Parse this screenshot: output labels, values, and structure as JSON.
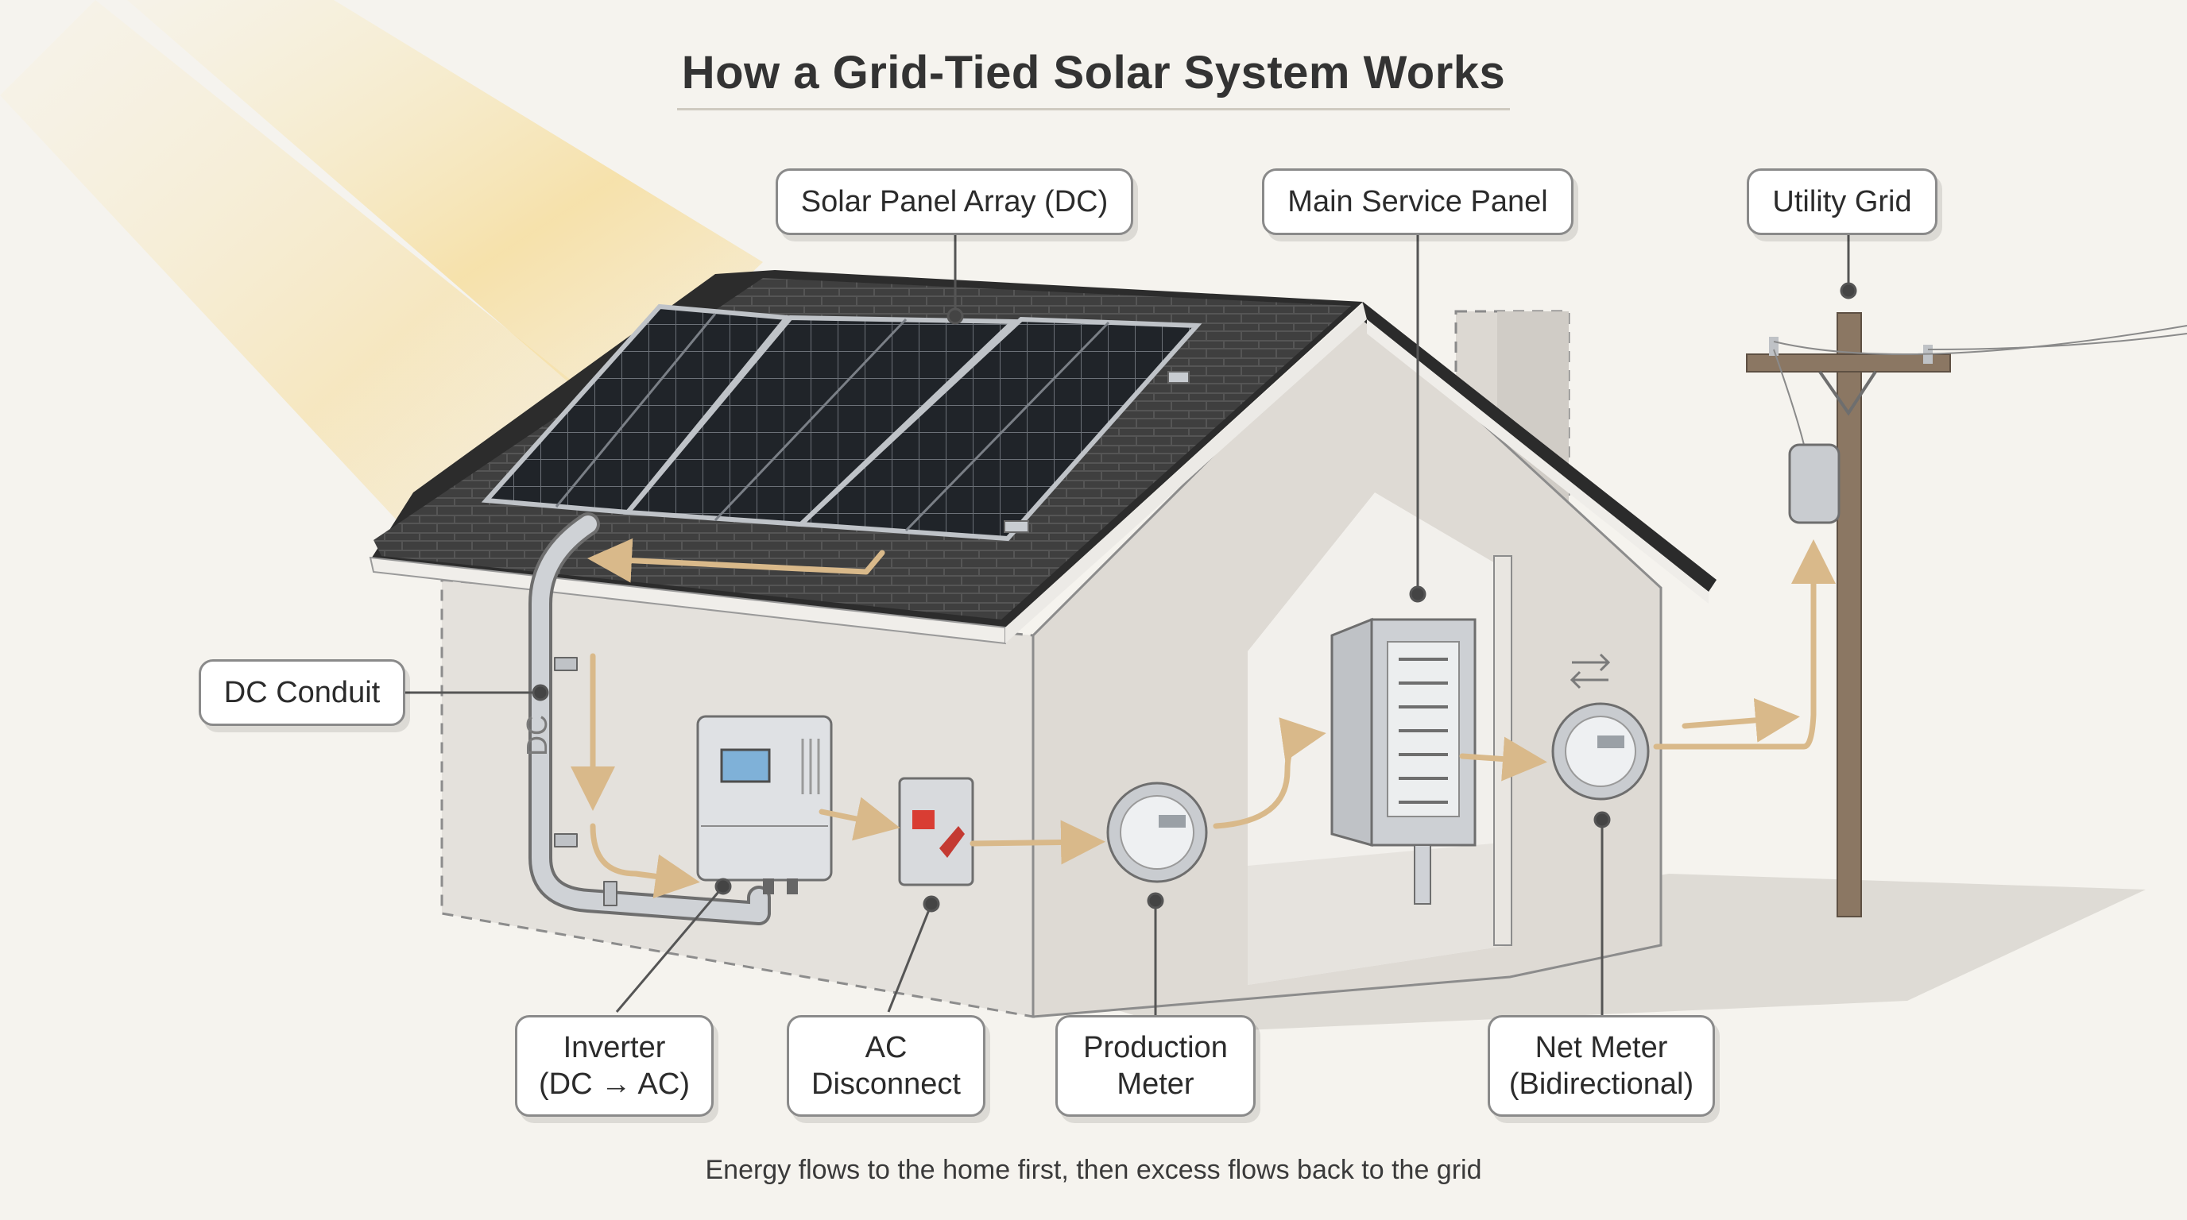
{
  "title": "How a Grid-Tied Solar System Works",
  "caption": "Energy flows to the home first, then excess flows back to the grid",
  "dc_wire_label": "DC",
  "callouts": {
    "solar_panel_array": "Solar Panel Array (DC)",
    "main_service_panel": "Main Service Panel",
    "utility_grid": "Utility Grid",
    "dc_conduit": "DC Conduit",
    "inverter": [
      "Inverter",
      "(DC → AC)"
    ],
    "ac_disconnect": [
      "AC",
      "Disconnect"
    ],
    "production_meter": [
      "Production",
      "Meter"
    ],
    "net_meter": [
      "Net Meter",
      "(Bidirectional)"
    ]
  },
  "colors": {
    "background": "#f5f3ee",
    "energy_flow": "#d9b98a",
    "roof": "#3d3d3d",
    "wall": "#e4e1dc",
    "pole": "#8b7763",
    "sun_rays": "#f6d98c"
  }
}
